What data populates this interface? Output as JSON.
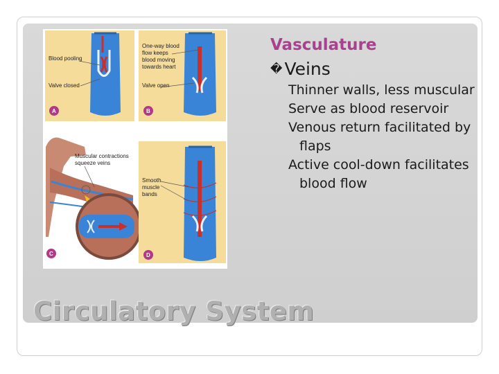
{
  "slide": {
    "heading": "Vasculature",
    "subheading": "Veins",
    "bullet_glyph": "�",
    "points": [
      "Thinner walls, less muscular",
      "Serve as blood reservoir",
      "Venous return facilitated by flaps",
      "Active cool-down facilitates blood flow"
    ],
    "title": "Circulatory System"
  },
  "figure": {
    "panel_a": {
      "badge": "A",
      "label_1": "Blood pooling",
      "label_2": "Valve closed"
    },
    "panel_b": {
      "badge": "B",
      "label_1a": "One-way blood",
      "label_1b": "flow keeps",
      "label_1c": "blood moving",
      "label_1d": "towards heart",
      "label_2": "Valve open"
    },
    "panel_c": {
      "badge": "C",
      "label_1a": "Muscular contractions",
      "label_1b": "squeeze veins"
    },
    "panel_d": {
      "badge": "D",
      "label_1a": "Smooth",
      "label_1b": "muscle",
      "label_1c": "bands"
    },
    "colors": {
      "panel_bg": "#f6dc9a",
      "vein": "#3a84d8",
      "vein_dark": "#2563ad",
      "blood": "#c8302b",
      "badge": "#b03a86"
    }
  }
}
